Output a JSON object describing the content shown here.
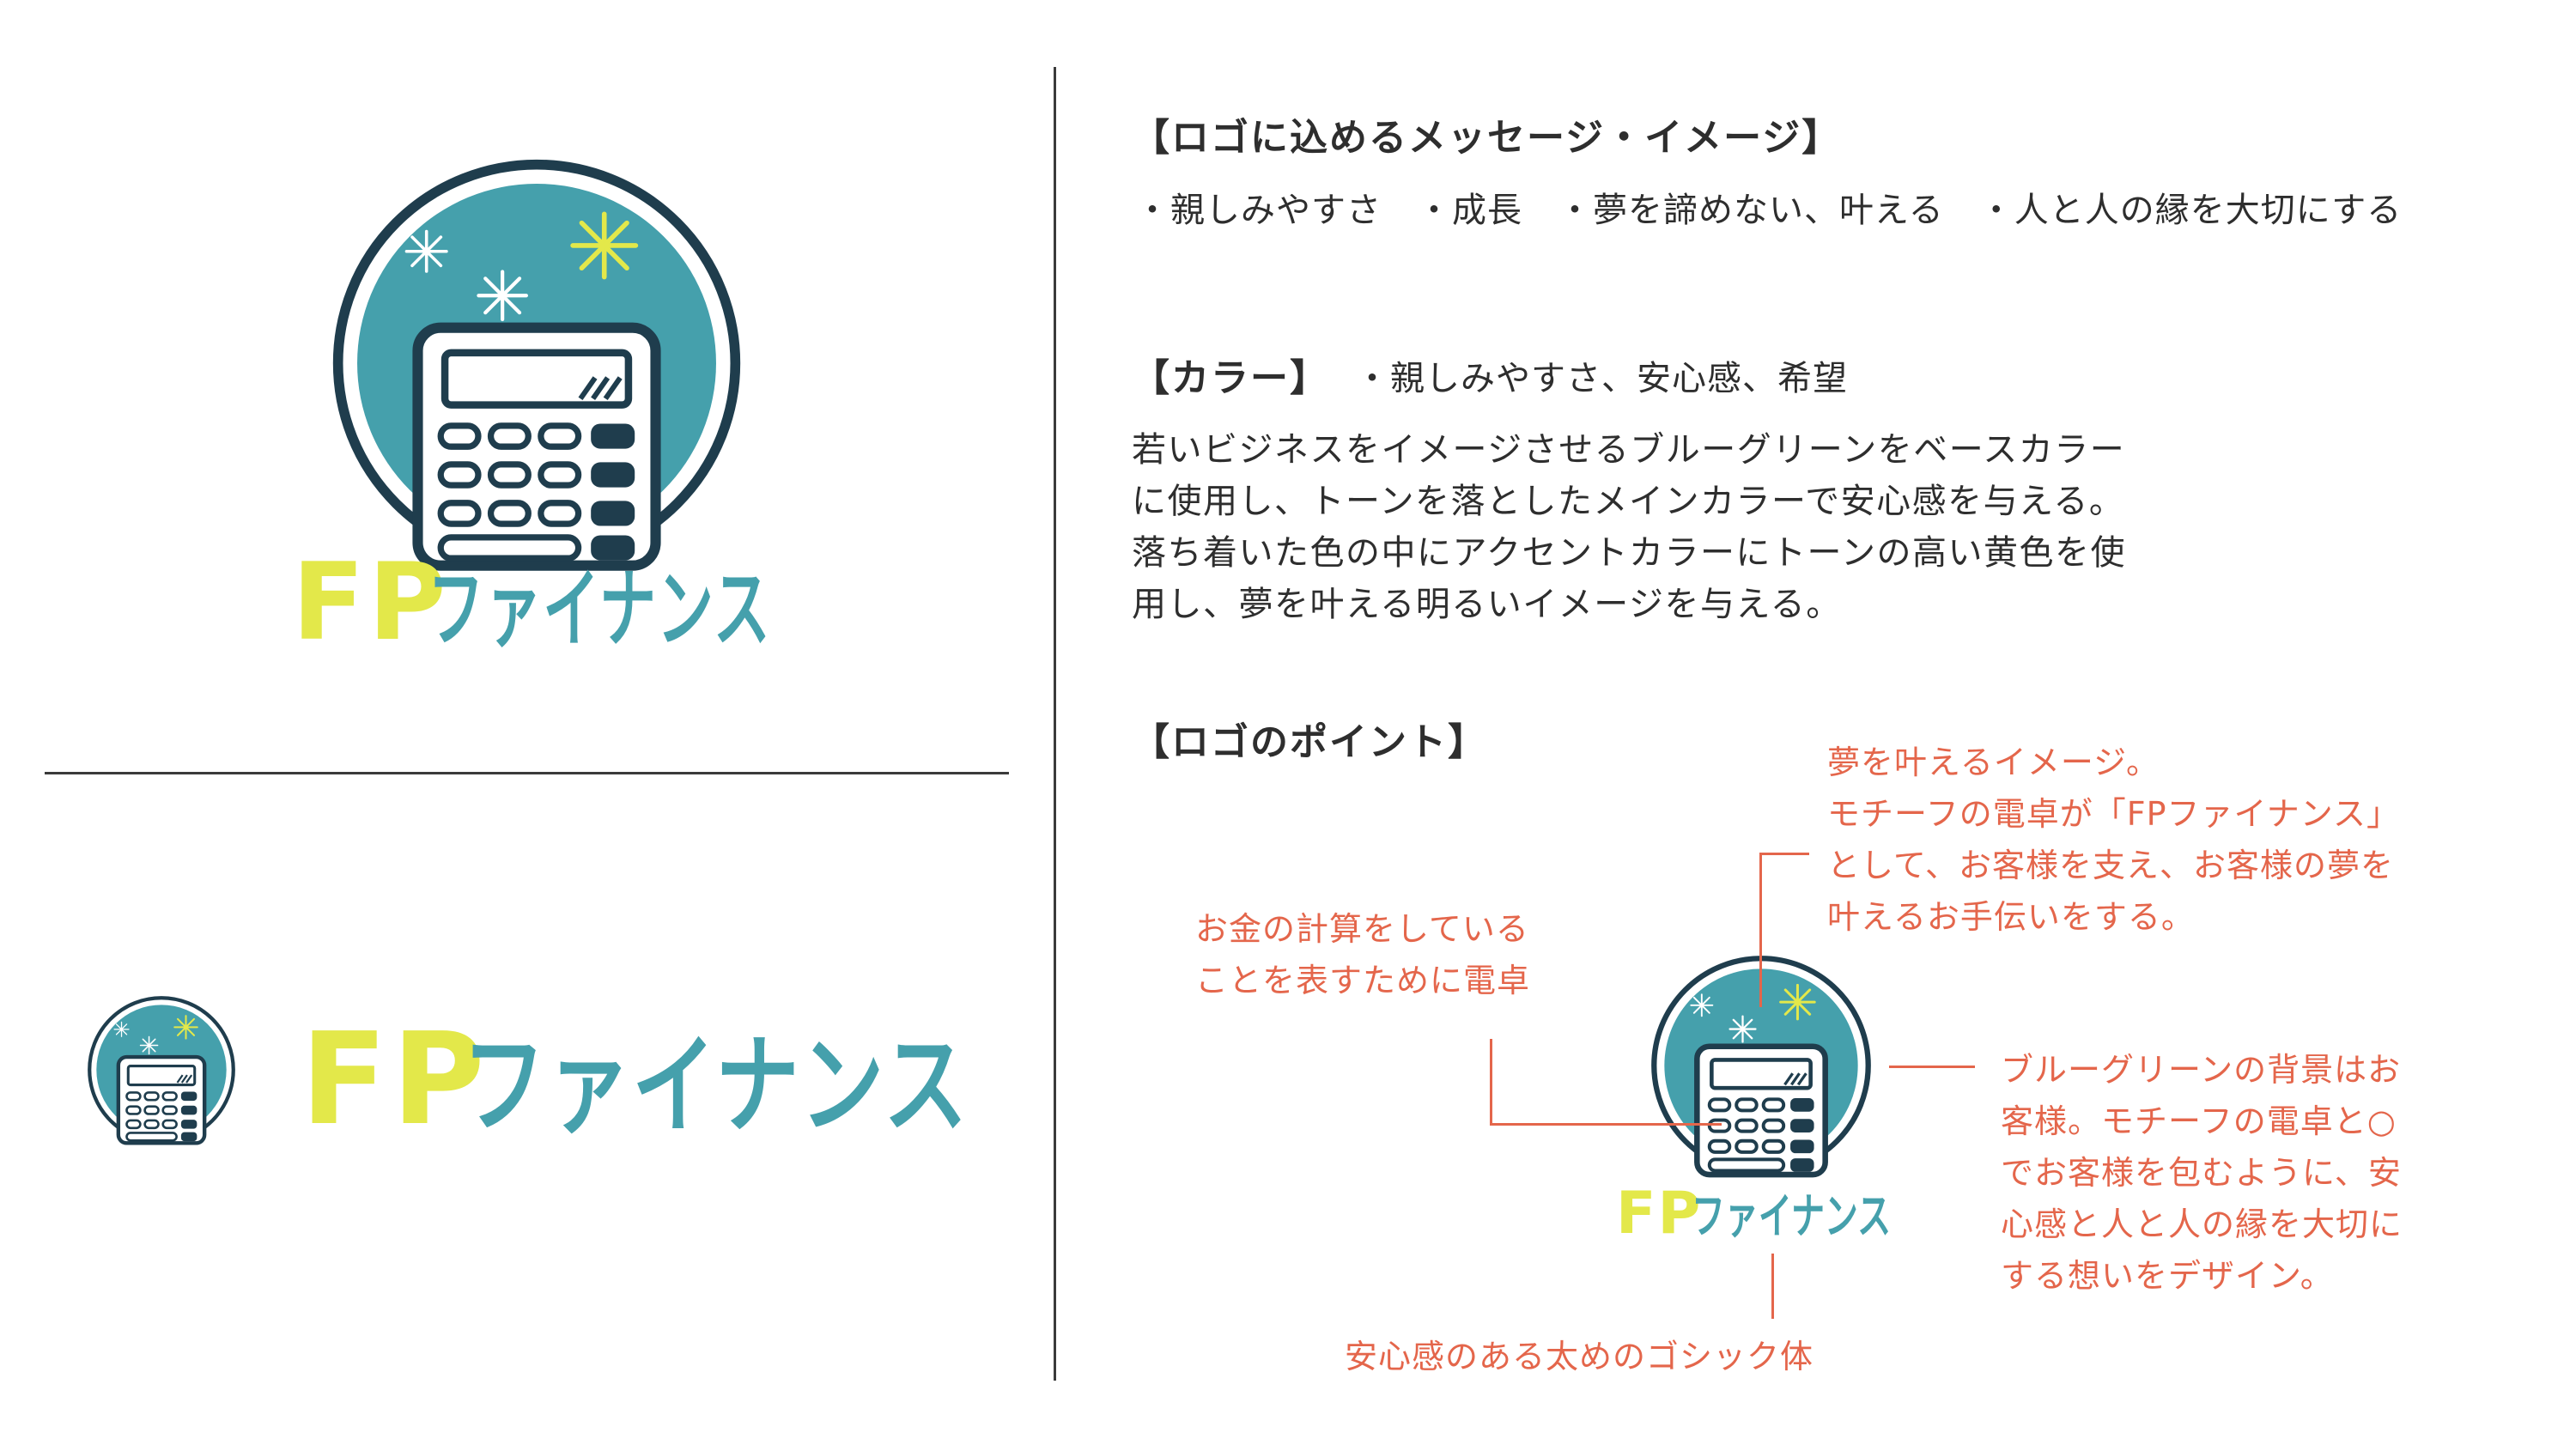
{
  "logo": {
    "name_fp": "FP",
    "name_kana": "ファイナンス",
    "colors": {
      "navy": "#1f3d4d",
      "teal": "#45a0ac",
      "yellow": "#e3e84a",
      "white": "#ffffff"
    },
    "icons": [
      "sparkle-icon",
      "calculator-icon"
    ]
  },
  "message": {
    "heading": "【ロゴに込めるメッセージ・イメージ】",
    "items": "・親しみやすさ　・成長　・夢を諦めない、叶える　・人と人の縁を大切にする"
  },
  "color_section": {
    "heading": "【カラー】",
    "keywords": "・親しみやすさ、安心感、希望",
    "lines": [
      "若いビジネスをイメージさせるブルーグリーンをベースカラー",
      "に使用し、トーンを落としたメインカラーで安心感を与える。",
      "落ち着いた色の中にアクセントカラーにトーンの高い黄色を使",
      "用し、夢を叶える明るいイメージを与える。"
    ]
  },
  "point_section": {
    "heading": "【ロゴのポイント】",
    "note_top": [
      "夢を叶えるイメージ。",
      "モチーフの電卓が「FPファイナンス」",
      "として、お客様を支え、お客様の夢を",
      "叶えるお手伝いをする。"
    ],
    "note_left": [
      "お金の計算をしている",
      "ことを表すために電卓"
    ],
    "note_right": [
      "ブルーグリーンの背景はお",
      "客様。モチーフの電卓と○",
      "でお客様を包むように、安",
      "心感と人と人の縁を大切に",
      "する想いをデザイン。"
    ],
    "note_bottom": "安心感のある太めのゴシック体"
  }
}
